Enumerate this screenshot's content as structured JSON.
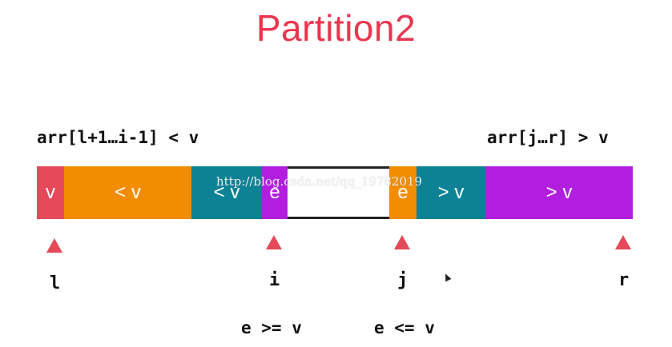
{
  "title": "Partition2",
  "left_range_label": "arr[l+1…i-1] < v",
  "right_range_label": "arr[j…r] > v",
  "colors": {
    "title": "#e8364f",
    "pivot": "#e44a5a",
    "less": "#f28c00",
    "teal": "#0e8295",
    "purple": "#b21ee0",
    "marker": "#e44a5a"
  },
  "segments": [
    {
      "label": "v",
      "color": "#e44a5a"
    },
    {
      "label": "< v",
      "color": "#f28c00"
    },
    {
      "label": "< v",
      "color": "#0e8295"
    },
    {
      "label": "e",
      "color": "#b21ee0"
    },
    {
      "label": "",
      "color": "#ffffff"
    },
    {
      "label": "e",
      "color": "#f28c00"
    },
    {
      "label": "> v",
      "color": "#0e8295"
    },
    {
      "label": "> v",
      "color": "#b21ee0"
    }
  ],
  "watermark": "http://blog.csdn.net/qq_19782019",
  "pointers": [
    {
      "label": "l"
    },
    {
      "label": "i"
    },
    {
      "label": "j"
    },
    {
      "label": "r"
    }
  ],
  "conditions": [
    {
      "text": "e >= v"
    },
    {
      "text": "e <= v"
    }
  ]
}
